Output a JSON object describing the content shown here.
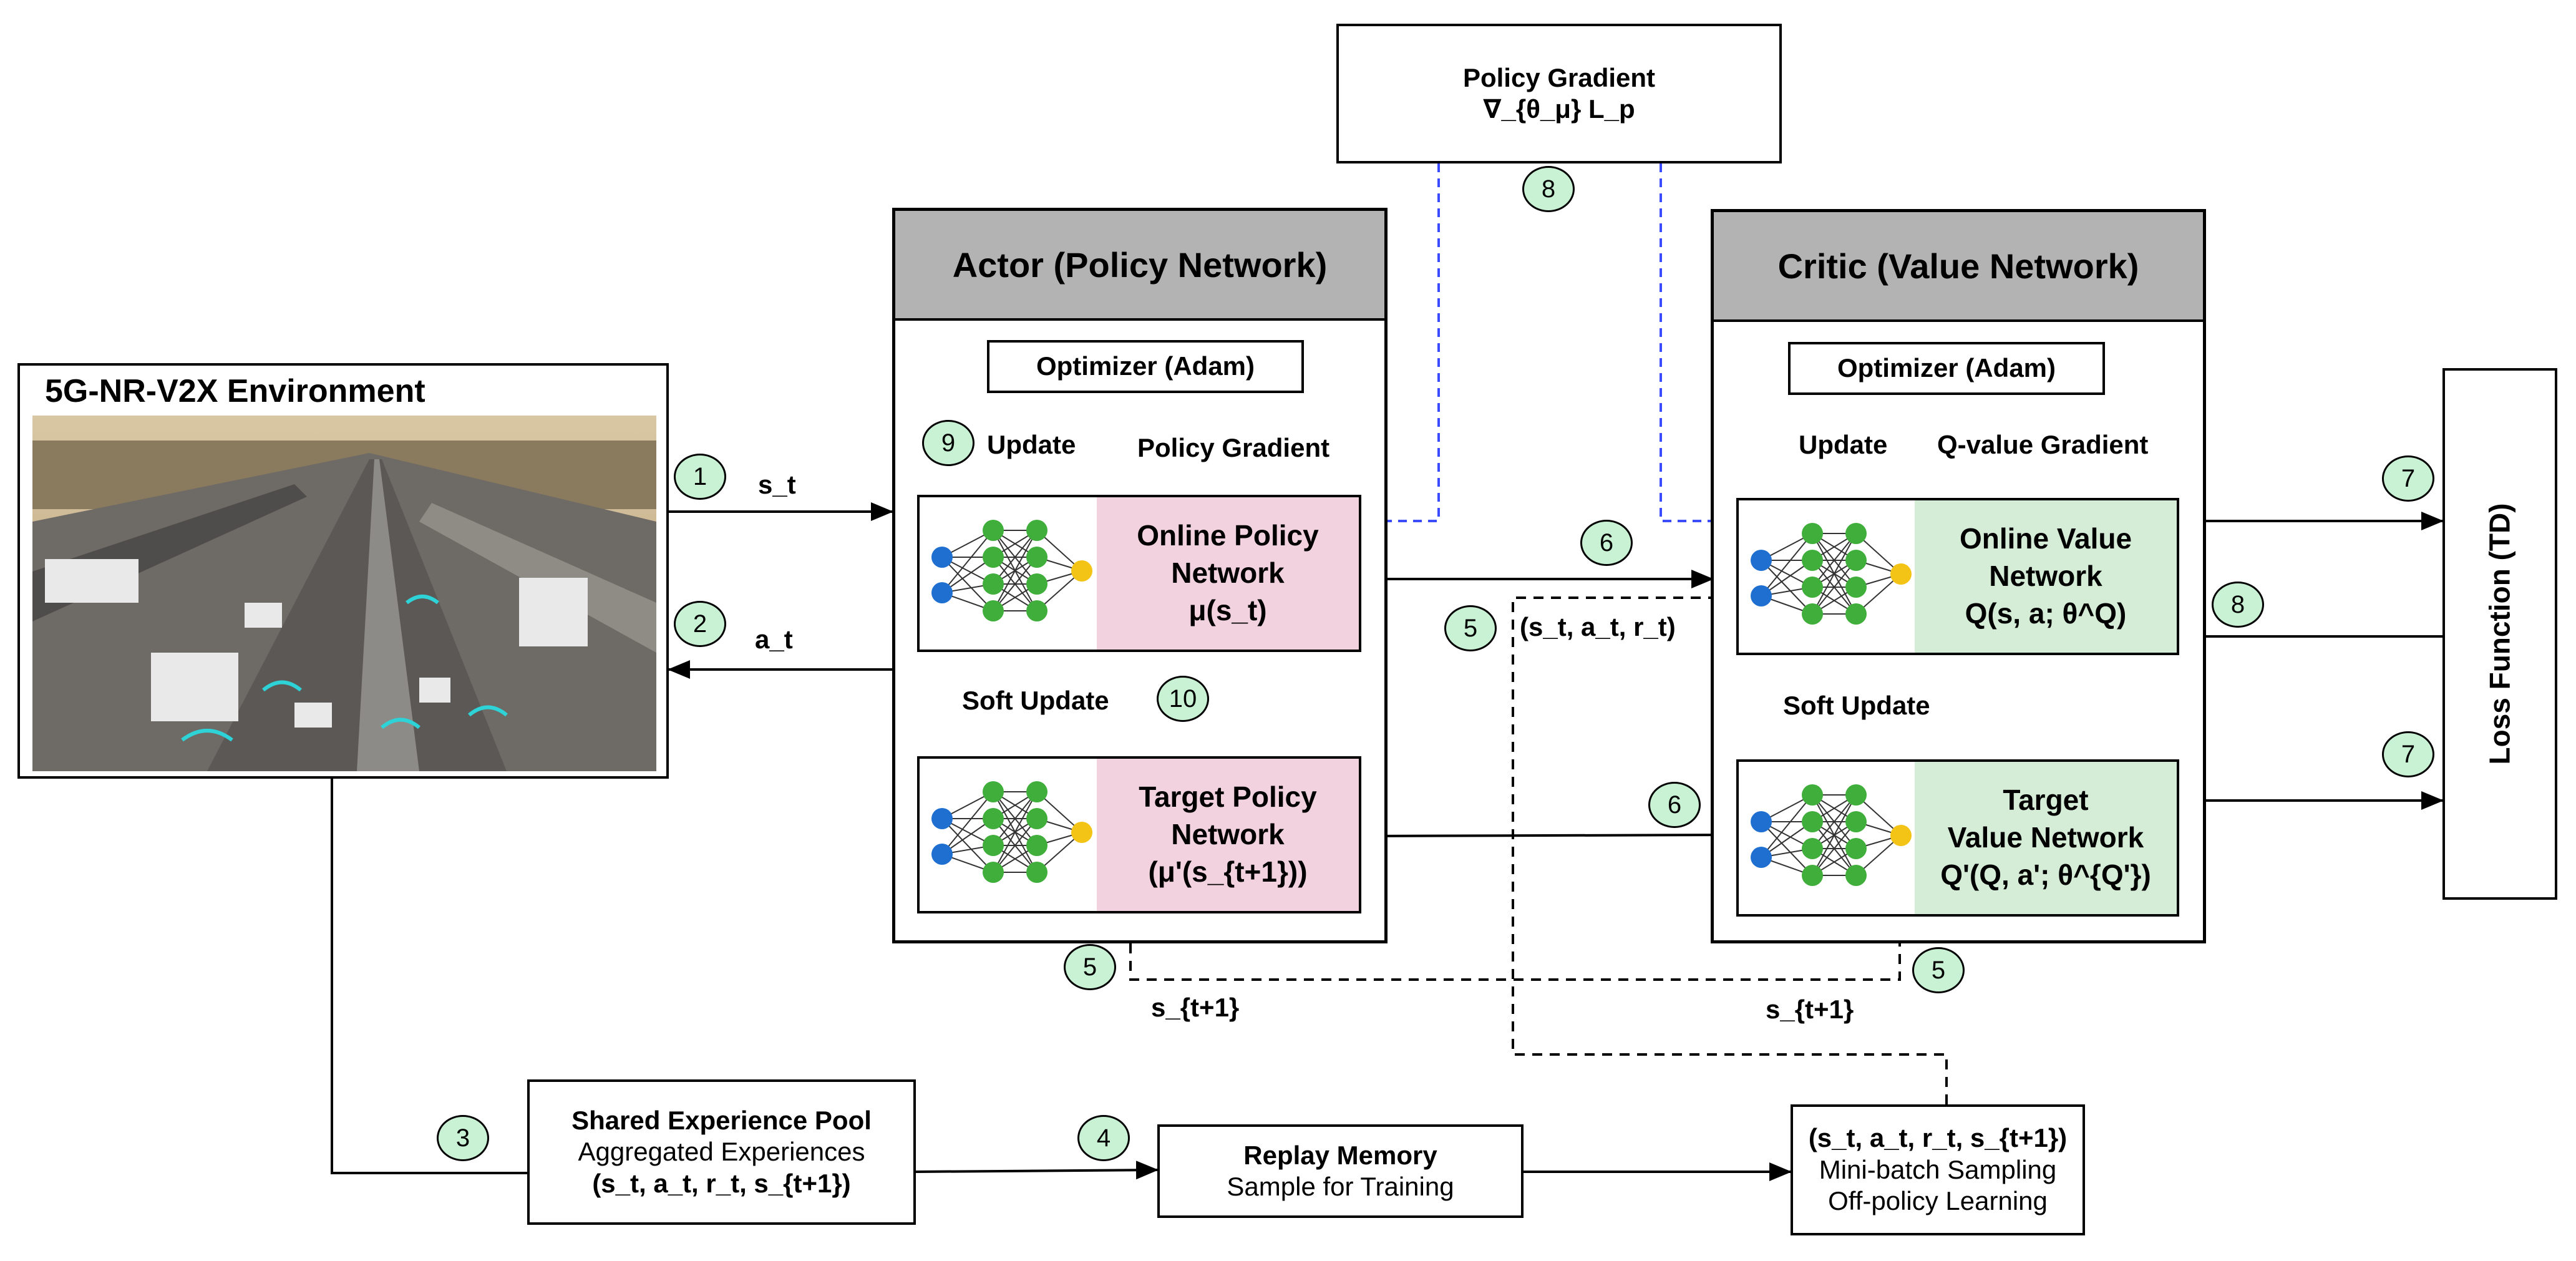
{
  "colors": {
    "header_gray": "#b3b3b3",
    "policy_pink": "#f2d2de",
    "value_green": "#d5ecd7",
    "badge_green": "#c9f2d4",
    "dashed_blue": "#3b4cff",
    "input_node": "#1f6fd1",
    "hidden_node": "#3fae3a",
    "output_node": "#f3c316"
  },
  "environment": {
    "title": "5G-NR-V2X Environment",
    "photo_icon": "highway-traffic-photo"
  },
  "policy_gradient_box": {
    "line1": "Policy Gradient",
    "line2": "∇_{θ_μ} L_p"
  },
  "actor": {
    "header": "Actor (Policy Network)",
    "optimizer": "Optimizer (Adam)",
    "update_label": "Update",
    "gradient_label": "Policy Gradient",
    "online": {
      "line1": "Online Policy",
      "line2": "Network",
      "line3": "μ(s_t)"
    },
    "soft_update": "Soft Update",
    "target": {
      "line1": "Target Policy",
      "line2": "Network",
      "line3": "(μ'(s_{t+1}))"
    }
  },
  "critic": {
    "header": "Critic (Value Network)",
    "optimizer": "Optimizer (Adam)",
    "update_label": "Update",
    "gradient_label": "Q-value Gradient",
    "online": {
      "line1": "Online Value",
      "line2": "Network",
      "line3": "Q(s, a; θ^Q)"
    },
    "soft_update": "Soft Update",
    "target": {
      "line1": "Target",
      "line2": "Value Network",
      "line3": "Q'(Q, a'; θ^{Q'})"
    }
  },
  "loss_function": "Loss Function (TD)",
  "experience_pool": {
    "line1": "Shared Experience Pool",
    "line2": "Aggregated Experiences",
    "line3": "(s_t, a_t, r_t, s_{t+1})"
  },
  "replay_memory": {
    "line1": "Replay Memory",
    "line2": "Sample for Training"
  },
  "minibatch": {
    "line1": "(s_t, a_t, r_t, s_{t+1})",
    "line2": "Mini-batch Sampling",
    "line3": "Off-policy Learning"
  },
  "edge_labels": {
    "state": "s_t",
    "action": "a_t",
    "transition": "(s_t, a_t, r_t)",
    "next_state_left": "s_{t+1}",
    "next_state_right": "s_{t+1}"
  },
  "badges": {
    "b1": "1",
    "b2": "2",
    "b3": "3",
    "b4": "4",
    "b5a": "5",
    "b5b": "5",
    "b5c": "5",
    "b6a": "6",
    "b6b": "6",
    "b7a": "7",
    "b7b": "7",
    "b8a": "8",
    "b8b": "8",
    "b9": "9",
    "b10": "10"
  }
}
